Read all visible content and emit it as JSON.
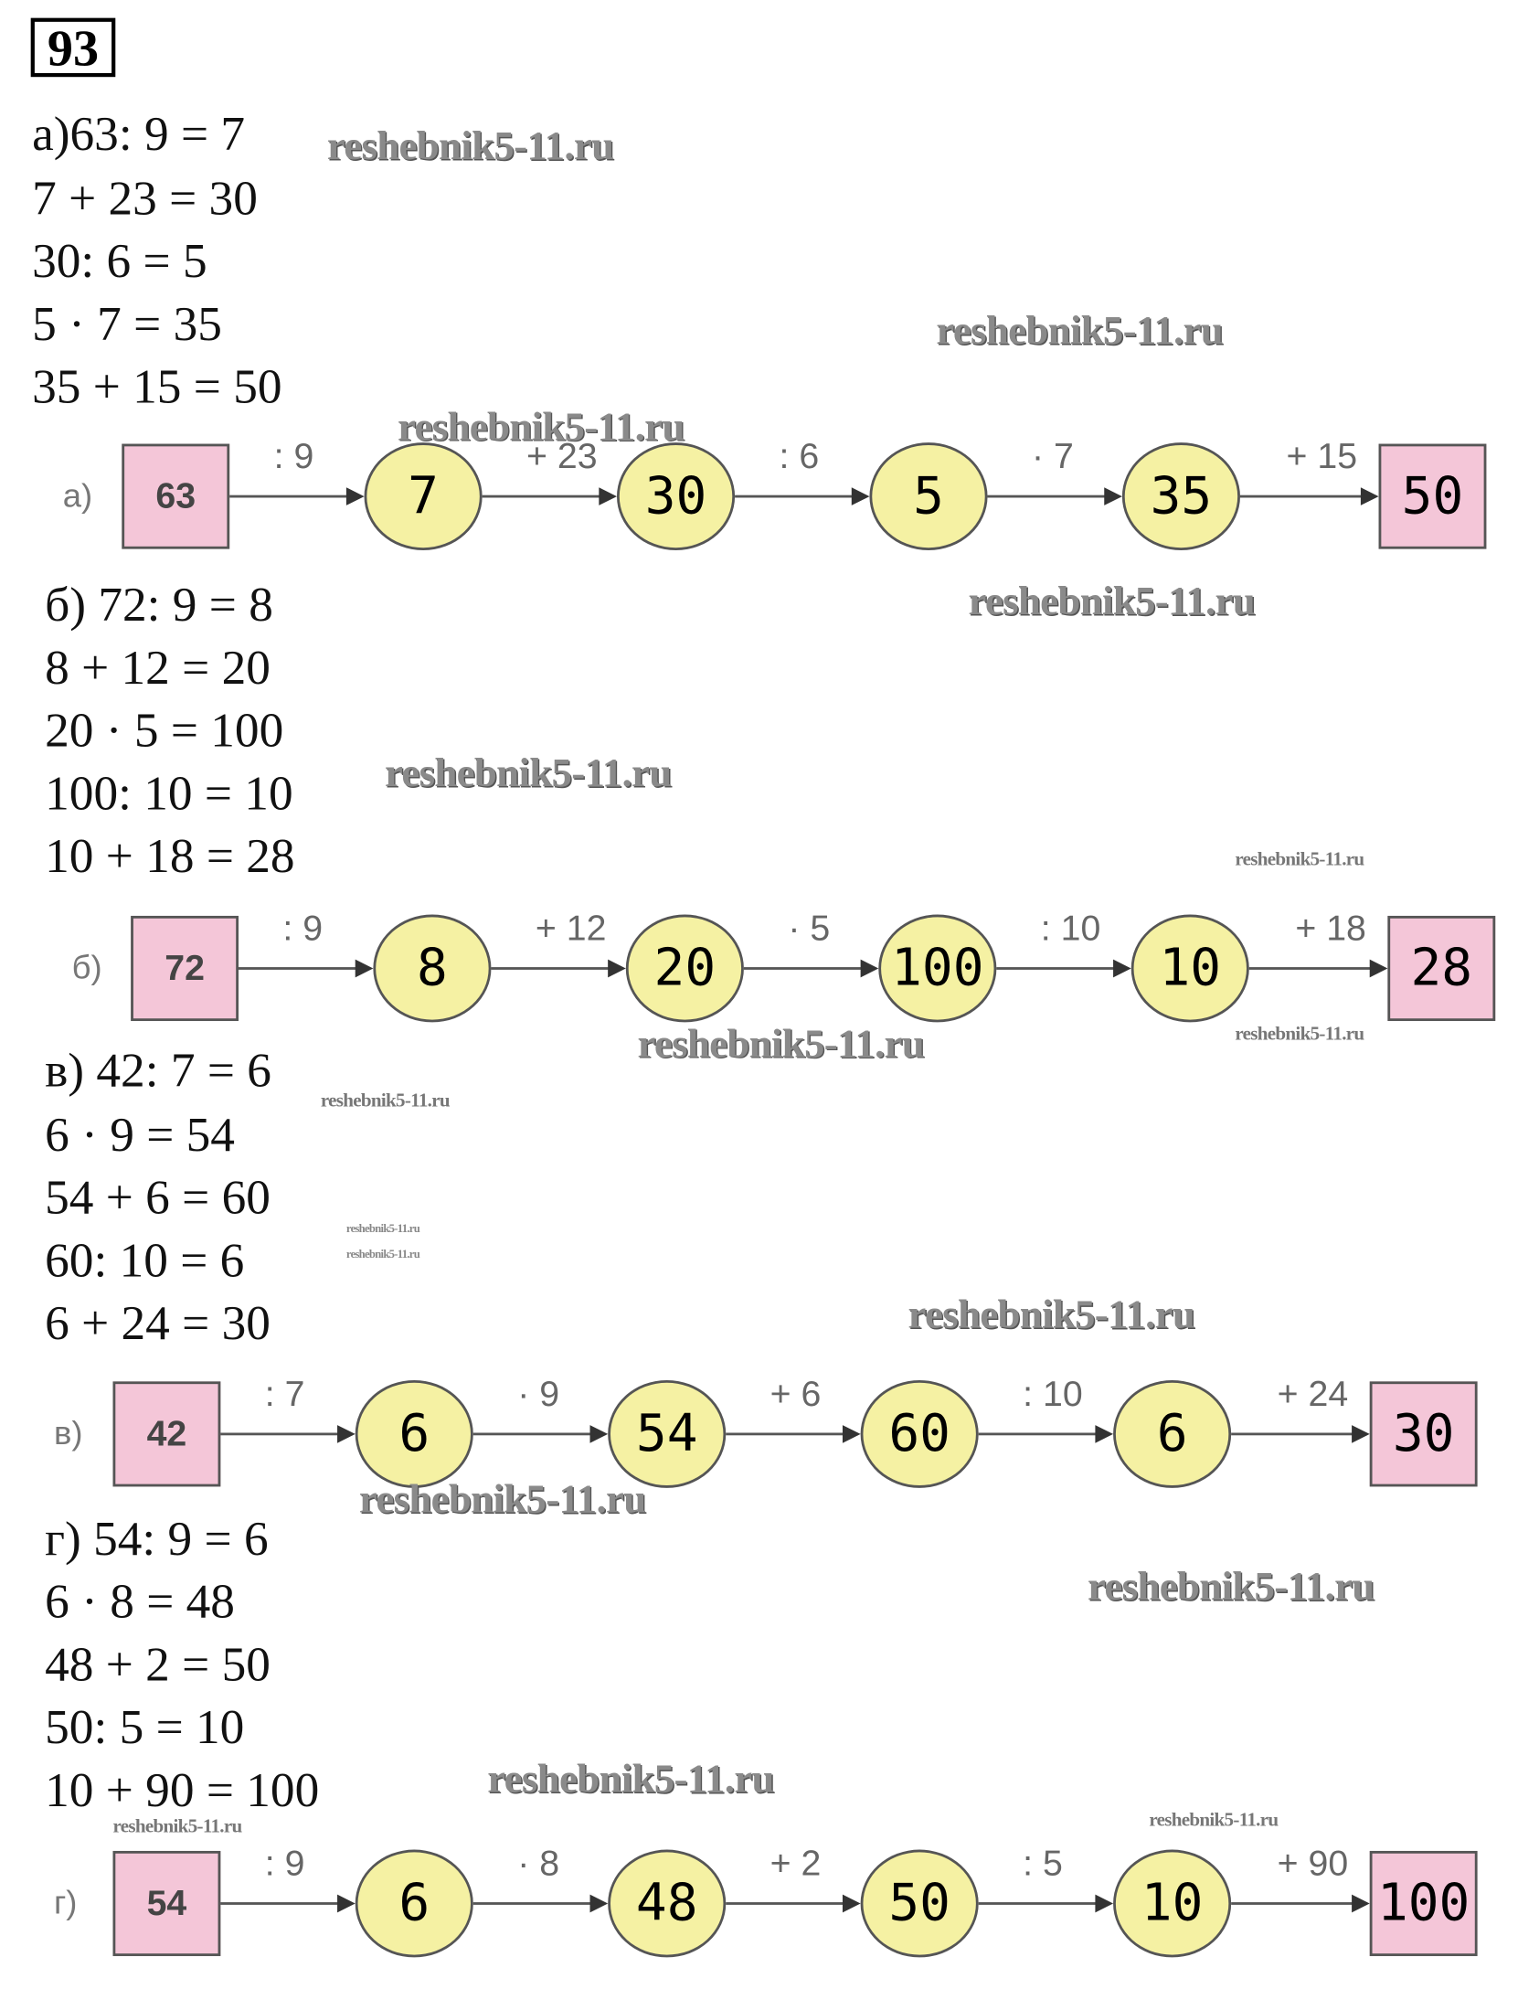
{
  "exercise_number": "93",
  "sections": [
    {
      "letter": "а)",
      "lines": [
        "а)63: 9  = 7",
        "7 + 23 = 30",
        "30: 6 = 5",
        "5 · 7 = 35",
        "35 + 15 = 50"
      ],
      "chain": {
        "start": "63",
        "ops": [
          ": 9",
          "+ 23",
          ": 6",
          "· 7",
          "+ 15"
        ],
        "results": [
          "7",
          "30",
          "5",
          "35",
          "50"
        ]
      }
    },
    {
      "letter": "б)",
      "lines": [
        "б) 72: 9 = 8",
        "8 + 12 = 20",
        "20 · 5 = 100",
        "100: 10 = 10",
        "10 + 18 = 28"
      ],
      "chain": {
        "start": "72",
        "ops": [
          ": 9",
          "+ 12",
          "· 5",
          ": 10",
          "+ 18"
        ],
        "results": [
          "8",
          "20",
          "100",
          "10",
          "28"
        ]
      }
    },
    {
      "letter": "в)",
      "lines": [
        "в) 42: 7 = 6",
        "6 · 9 = 54",
        "54 + 6 = 60",
        "60: 10 = 6",
        "6 + 24 = 30"
      ],
      "chain": {
        "start": "42",
        "ops": [
          ": 7",
          "· 9",
          "+ 6",
          ": 10",
          "+ 24"
        ],
        "results": [
          "6",
          "54",
          "60",
          "6",
          "30"
        ]
      }
    },
    {
      "letter": "г)",
      "lines": [
        "г) 54: 9 = 6",
        "6 · 8 = 48",
        "48 + 2 = 50",
        "50: 5 = 10",
        "10 + 90 = 100"
      ],
      "chain": {
        "start": "54",
        "ops": [
          ": 9",
          "· 8",
          "+ 2",
          ": 5",
          "+ 90"
        ],
        "results": [
          "6",
          "48",
          "50",
          "10",
          "100"
        ]
      }
    }
  ],
  "watermark_text": "reshebnik5-11.ru"
}
